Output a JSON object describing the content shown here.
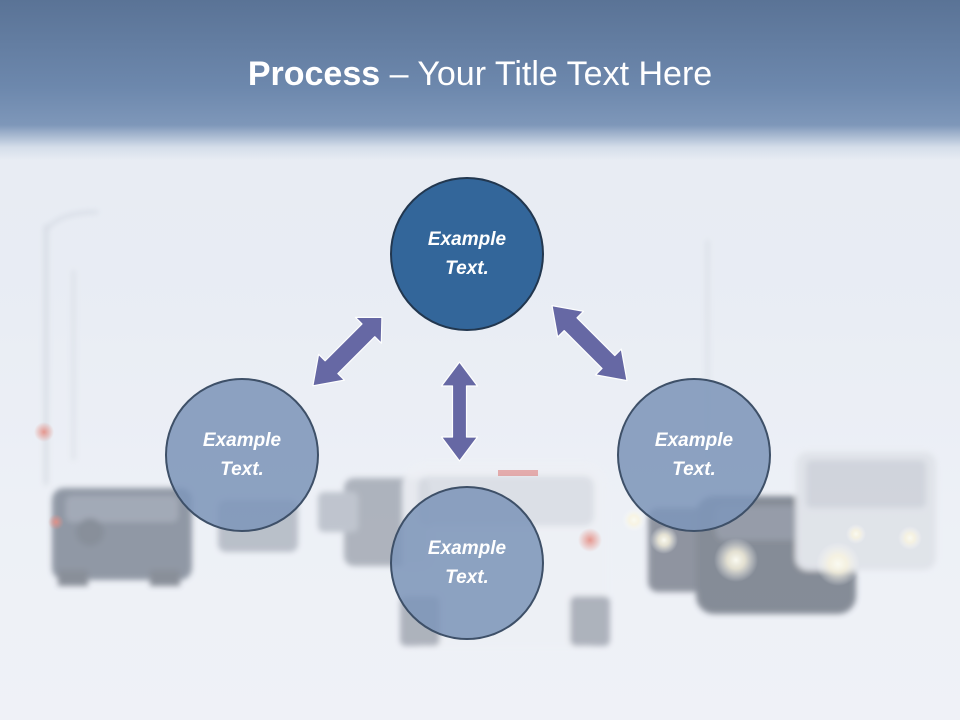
{
  "slide": {
    "title_bold": "Process",
    "title_rest": " – Your Title Text Here"
  },
  "diagram": {
    "nodes": [
      {
        "id": "top",
        "line1": "Example",
        "line2": "Text."
      },
      {
        "id": "left",
        "line1": "Example",
        "line2": "Text."
      },
      {
        "id": "right",
        "line1": "Example",
        "line2": "Text."
      },
      {
        "id": "bottom",
        "line1": "Example",
        "line2": "Text."
      }
    ],
    "colors": {
      "primary_node": "#33669a",
      "secondary_node": "#7e96ba",
      "arrow": "#5f61a0",
      "header": "#6d88ad"
    }
  }
}
